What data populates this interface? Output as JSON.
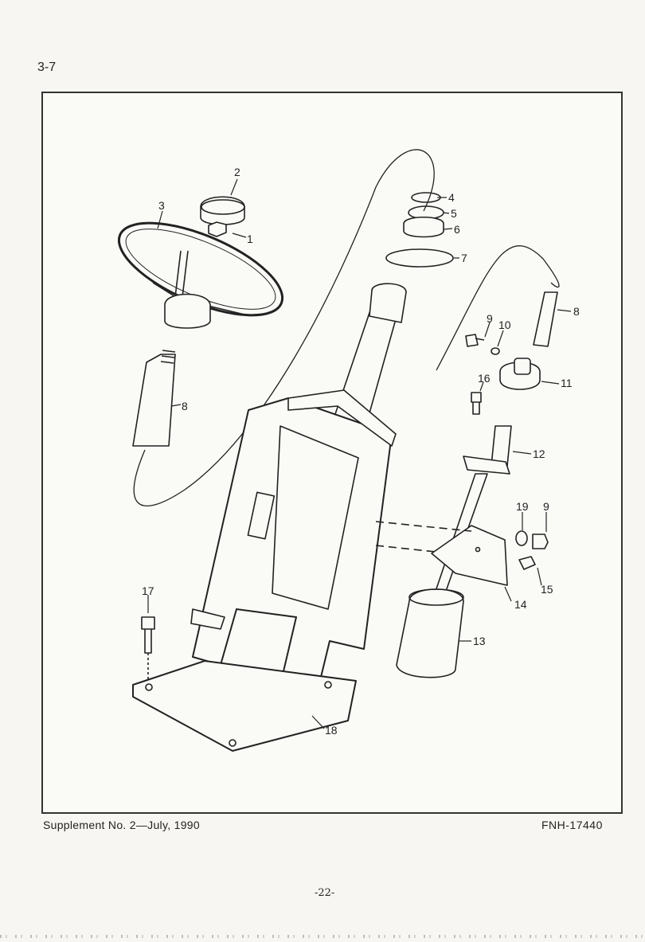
{
  "page": {
    "section_number": "3-7",
    "footer_left": "Supplement No. 2—July, 1990",
    "footer_right": "FNH-17440",
    "page_number": "-22-"
  },
  "callouts": [
    "1",
    "2",
    "3",
    "4",
    "5",
    "6",
    "7",
    "8",
    "8",
    "9",
    "10",
    "11",
    "16",
    "12",
    "19",
    "9",
    "15",
    "14",
    "13",
    "17",
    "18"
  ]
}
